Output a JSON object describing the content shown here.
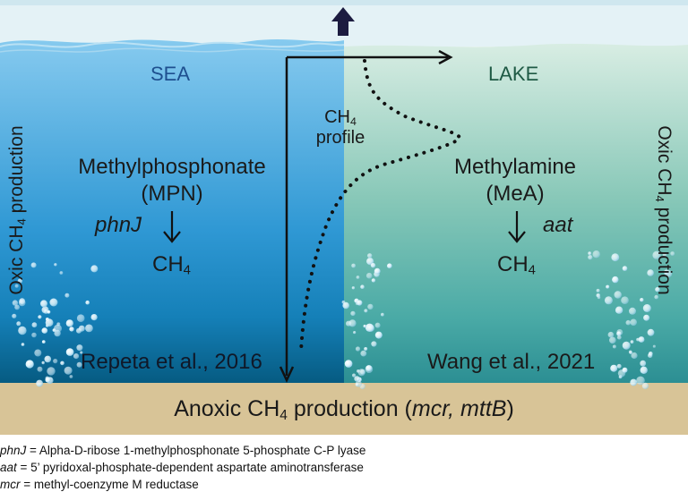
{
  "sea": {
    "label": "SEA",
    "compound": "Methylphosphonate",
    "abbr": "(MPN)",
    "gene": "phnJ",
    "product": "CH",
    "product_sub": "4",
    "reference": "Repeta et al., 2016"
  },
  "lake": {
    "label": "LAKE",
    "compound": "Methylamine",
    "abbr": "(MeA)",
    "gene": "aat",
    "product": "CH",
    "product_sub": "4",
    "reference": "Wang et al., 2021"
  },
  "profile": {
    "line1": "CH",
    "line1_sub": "4",
    "line2": "profile"
  },
  "side_left": {
    "pre": "Oxic CH",
    "sub": "4",
    "post": " production"
  },
  "side_right": {
    "pre": "Oxic CH",
    "sub": "4",
    "post": " production"
  },
  "sediment": {
    "pre": "Anoxic CH",
    "sub": "4",
    "mid": " production (",
    "genes": "mcr, mttB",
    "post": ")"
  },
  "legend": [
    {
      "gene": "phnJ",
      "text": " = Alpha-D-ribose 1-methylphosphonate 5-phosphate C-P lyase"
    },
    {
      "gene": "aat",
      "text": " =  5’ pyridoxal-phosphate-dependent aspartate aminotransferase"
    },
    {
      "gene": "mcr",
      "text": " = methyl-coenzyme M reductase"
    }
  ],
  "colors": {
    "sea_top": "#7fc6ec",
    "sea_bottom": "#0a6a9a",
    "lake_top": "#d6ece1",
    "lake_bottom": "#2e9a9a",
    "sediment": "#d8c497",
    "sky": "#e3f1f5",
    "arrow": "#1a1a3a"
  }
}
